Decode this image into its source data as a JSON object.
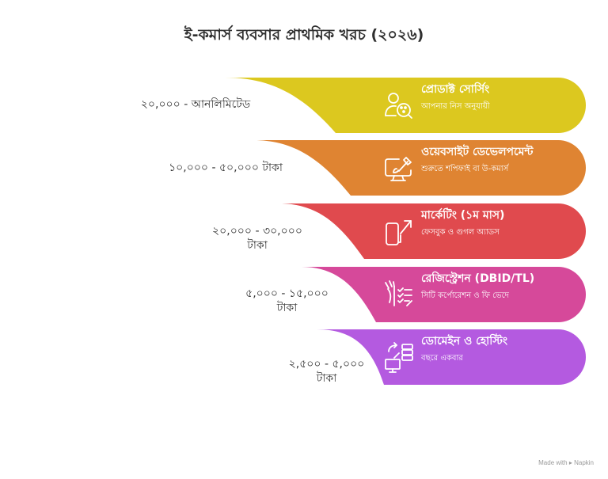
{
  "title": "ই-কমার্স ব্যবসার প্রাথমিক খরচ (২০২৬)",
  "rows": [
    {
      "heading": "প্রোডাক্ট সোর্সিং",
      "subtitle": "আপনার নিস অনুযায়ী",
      "cost": "২০,০০০ - আনলিমিটেড",
      "color": "#dcc81f",
      "icon": "person-with-sourcing-icon"
    },
    {
      "heading": "ওয়েবসাইট ডেভেলপমেন্ট",
      "subtitle": "শুরুতে শপিফাই বা উ-কমার্স",
      "cost": "১০,০০০ - ৫০,০০০ টাকা",
      "color": "#df8432",
      "icon": "monitor-with-brush-icon"
    },
    {
      "heading": "মার্কেটিং (১ম মাস)",
      "subtitle": "ফেসবুক ও গুগল অ্যাডস",
      "cost": "২০,০০০ - ৩০,০০০ টাকা",
      "color": "#e04a4e",
      "icon": "phone-with-growth-arrow-icon"
    },
    {
      "heading": "রেজিস্ট্রেশন (DBID/TL)",
      "subtitle": "সিটি কর্পোরেশন ও ফি ভেদে",
      "cost": "৫,০০০ - ১৫,০০০ টাকা",
      "color": "#d6499a",
      "icon": "hand-with-checklist-icon"
    },
    {
      "heading": "ডোমেইন ও হোস্টিং",
      "subtitle": "বছরে একবার",
      "cost": "২,৫০০ - ৫,০০০ টাকা",
      "color": "#b45ae0",
      "icon": "server-to-computer-icon"
    }
  ],
  "footer": {
    "made_with": "Made with",
    "brand": "Napkin"
  }
}
